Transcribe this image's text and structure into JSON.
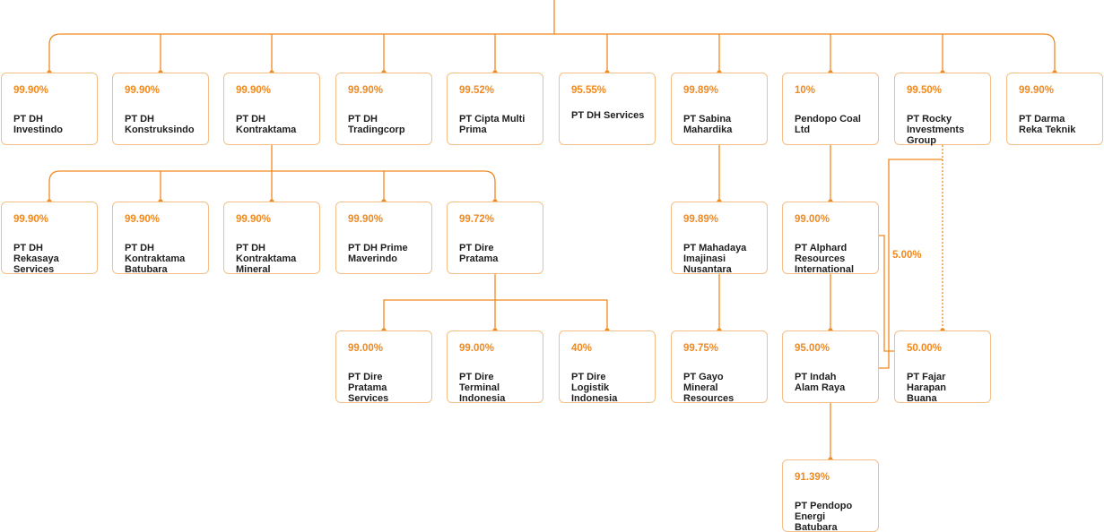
{
  "colors": {
    "line": "#f0891f",
    "box_border": "#f4bf86",
    "percent": "#f0891f",
    "text": "#1f1f1f"
  },
  "nodes": [
    {
      "id": "dh-investindo",
      "pct": "99.90%",
      "name": "PT DH\nInvestindo"
    },
    {
      "id": "dh-konstruksindo",
      "pct": "99.90%",
      "name": "PT DH\nKonstruksindo"
    },
    {
      "id": "dh-kontraktama",
      "pct": "99.90%",
      "name": "PT DH\nKontraktama"
    },
    {
      "id": "dh-tradingcorp",
      "pct": "99.90%",
      "name": "PT DH\nTradingcorp"
    },
    {
      "id": "cipta-multi-prima",
      "pct": "99.52%",
      "name": "PT Cipta Multi\nPrima"
    },
    {
      "id": "dh-services",
      "pct": "95.55%",
      "name": "PT DH Services"
    },
    {
      "id": "sabina-mahardika",
      "pct": "99.89%",
      "name": "PT Sabina\nMahardika"
    },
    {
      "id": "pendopo-coal",
      "pct": "10%",
      "name": "Pendopo Coal\nLtd"
    },
    {
      "id": "rocky-investments",
      "pct": "99.50%",
      "name": "PT Rocky\nInvestments\nGroup"
    },
    {
      "id": "darma-reka-teknik",
      "pct": "99.90%",
      "name": "PT Darma\nReka Teknik"
    },
    {
      "id": "dh-rekasaya",
      "pct": "99.90%",
      "name": "PT DH\nRekasaya\nServices"
    },
    {
      "id": "dh-kontraktama-batubara",
      "pct": "99.90%",
      "name": "PT DH\nKontraktama\nBatubara"
    },
    {
      "id": "dh-kontraktama-mineral",
      "pct": "99.90%",
      "name": "PT DH\nKontraktama\nMineral"
    },
    {
      "id": "dh-prime-maverindo",
      "pct": "99.90%",
      "name": "PT DH Prime\nMaverindo"
    },
    {
      "id": "dire-pratama",
      "pct": "99.72%",
      "name": "PT Dire\nPratama"
    },
    {
      "id": "mahadaya",
      "pct": "99.89%",
      "name": "PT Mahadaya\nImajinasi\nNusantara"
    },
    {
      "id": "alphard",
      "pct": "99.00%",
      "name": "PT Alphard\nResources\nInternational"
    },
    {
      "id": "dire-pratama-services",
      "pct": "99.00%",
      "name": "PT Dire\nPratama\nServices"
    },
    {
      "id": "dire-terminal",
      "pct": "99.00%",
      "name": "PT Dire\nTerminal\nIndonesia"
    },
    {
      "id": "dire-logistik",
      "pct": "40%",
      "name": "PT Dire\nLogistik\nIndonesia"
    },
    {
      "id": "gayo-mineral",
      "pct": "99.75%",
      "name": "PT Gayo\nMineral\nResources"
    },
    {
      "id": "indah-alam-raya",
      "pct": "95.00%",
      "name": "PT Indah\nAlam Raya"
    },
    {
      "id": "fajar-harapan-buana",
      "pct": "50.00%",
      "name": "PT Fajar\nHarapan\nBuana"
    },
    {
      "id": "pendopo-energi",
      "pct": "91.39%",
      "name": "PT Pendopo\nEnergi\nBatubara"
    }
  ],
  "side_label": "5.00%"
}
